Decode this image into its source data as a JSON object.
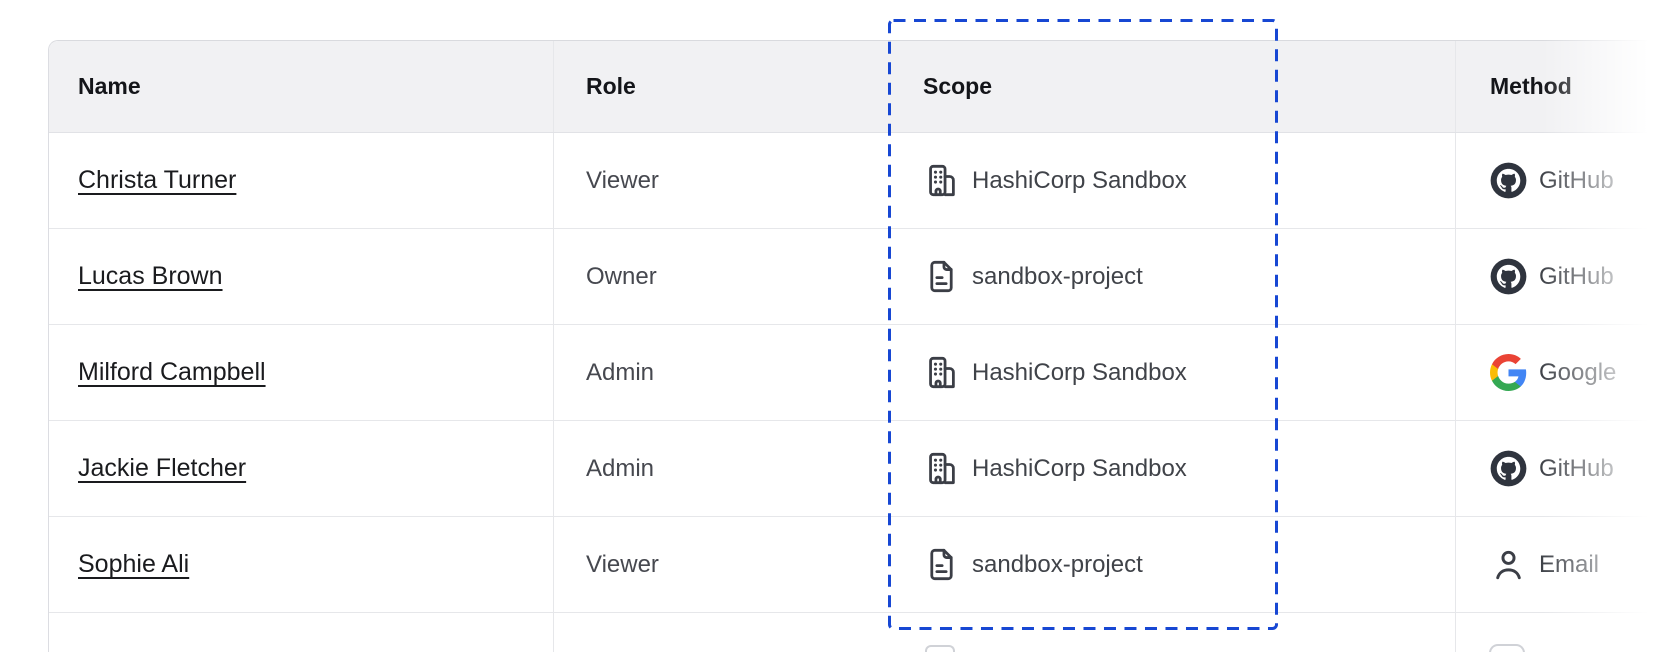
{
  "table": {
    "columns": [
      {
        "label": "Name"
      },
      {
        "label": "Role"
      },
      {
        "label": "Scope"
      },
      {
        "label": "Method"
      }
    ],
    "rows": [
      {
        "name": "Christa Turner",
        "role": "Viewer",
        "scope": {
          "icon": "building-icon",
          "label": "HashiCorp Sandbox"
        },
        "method": {
          "icon": "github-icon",
          "label": "GitHub"
        }
      },
      {
        "name": "Lucas Brown",
        "role": "Owner",
        "scope": {
          "icon": "file-icon",
          "label": "sandbox-project"
        },
        "method": {
          "icon": "github-icon",
          "label": "GitHub"
        }
      },
      {
        "name": "Milford Campbell",
        "role": "Admin",
        "scope": {
          "icon": "building-icon",
          "label": "HashiCorp Sandbox"
        },
        "method": {
          "icon": "google-icon",
          "label": "Google"
        }
      },
      {
        "name": "Jackie Fletcher",
        "role": "Admin",
        "scope": {
          "icon": "building-icon",
          "label": "HashiCorp Sandbox"
        },
        "method": {
          "icon": "github-icon",
          "label": "GitHub"
        }
      },
      {
        "name": "Sophie Ali",
        "role": "Viewer",
        "scope": {
          "icon": "file-icon",
          "label": "sandbox-project"
        },
        "method": {
          "icon": "email-icon",
          "label": "Email"
        }
      }
    ]
  },
  "selection": {
    "highlighted_column": "Scope",
    "indicator_color": "#1747d3"
  },
  "colors": {
    "header_bg": "#f1f1f3",
    "row_border": "#e6e7ea",
    "icon_stroke": "#3b3e46",
    "github_dark": "#2f343e",
    "google_blue": "#4285F4",
    "google_green": "#34A853",
    "google_yellow": "#FBBC05",
    "google_red": "#EA4335"
  }
}
